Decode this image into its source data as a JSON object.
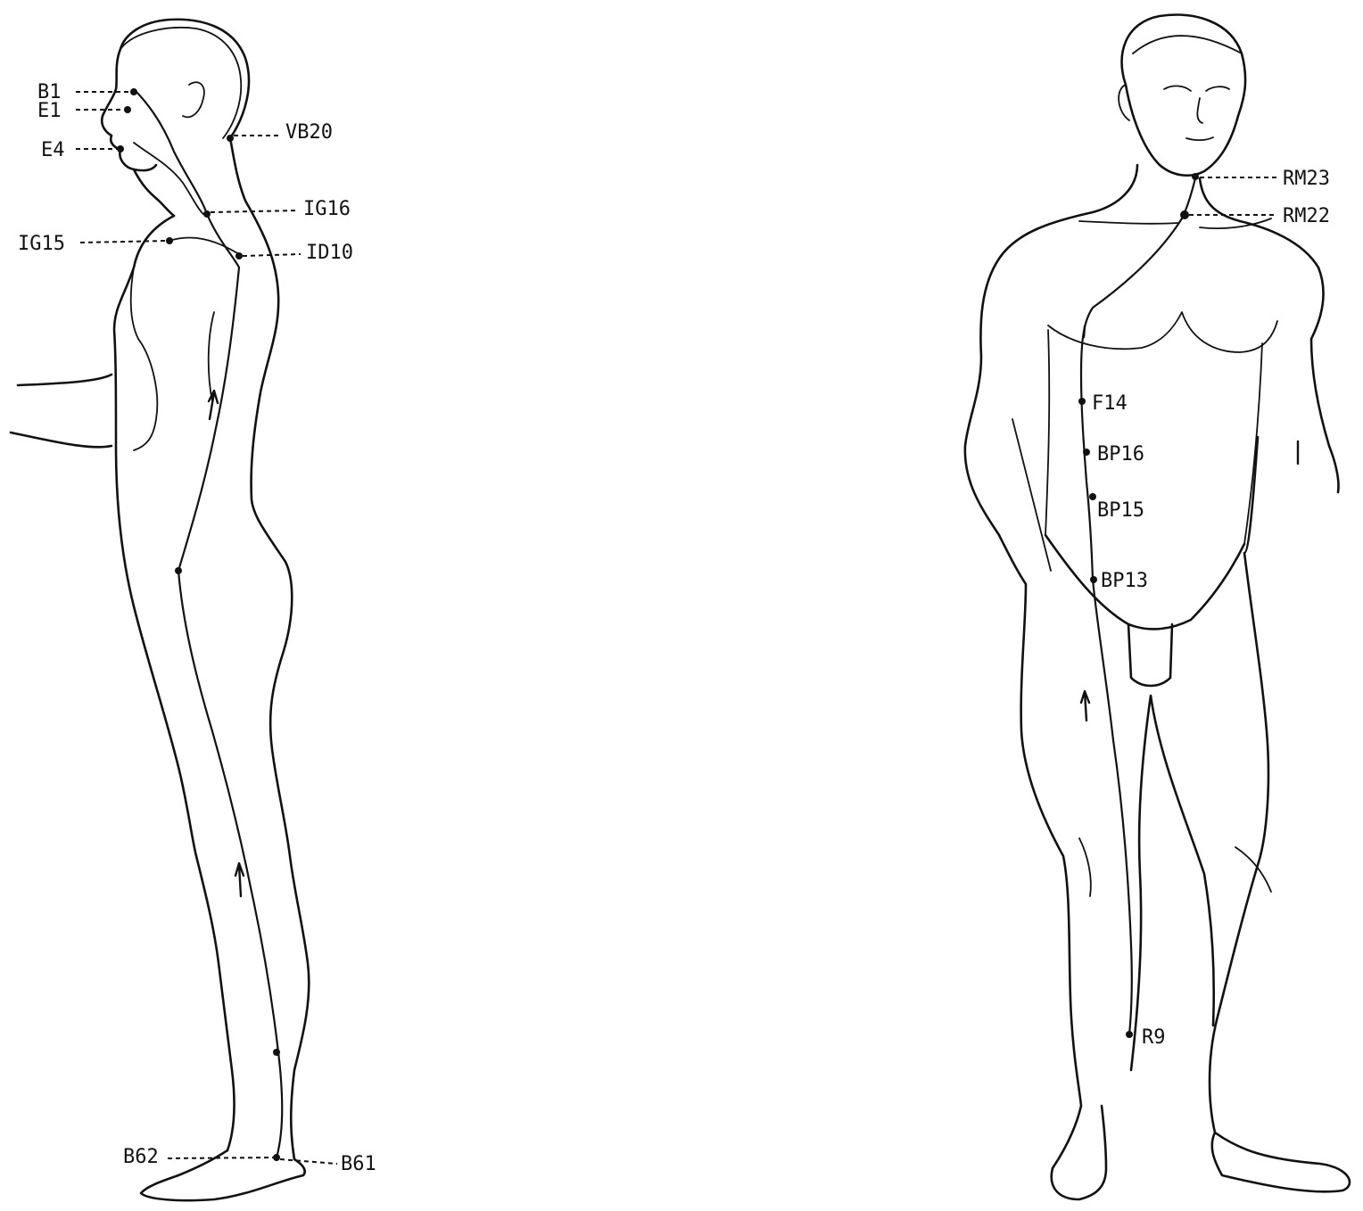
{
  "figures": {
    "side_view": {
      "labels": {
        "B1": "B1",
        "E1": "E1",
        "E4": "E4",
        "VB20": "VB20",
        "IG16": "IG16",
        "IG15": "IG15",
        "ID10": "ID10",
        "B62": "B62",
        "B61": "B61"
      }
    },
    "front_view": {
      "labels": {
        "RM23": "RM23",
        "RM22": "RM22",
        "F14": "F14",
        "BP16": "BP16",
        "BP15": "BP15",
        "BP13": "BP13",
        "R9": "R9"
      }
    }
  }
}
